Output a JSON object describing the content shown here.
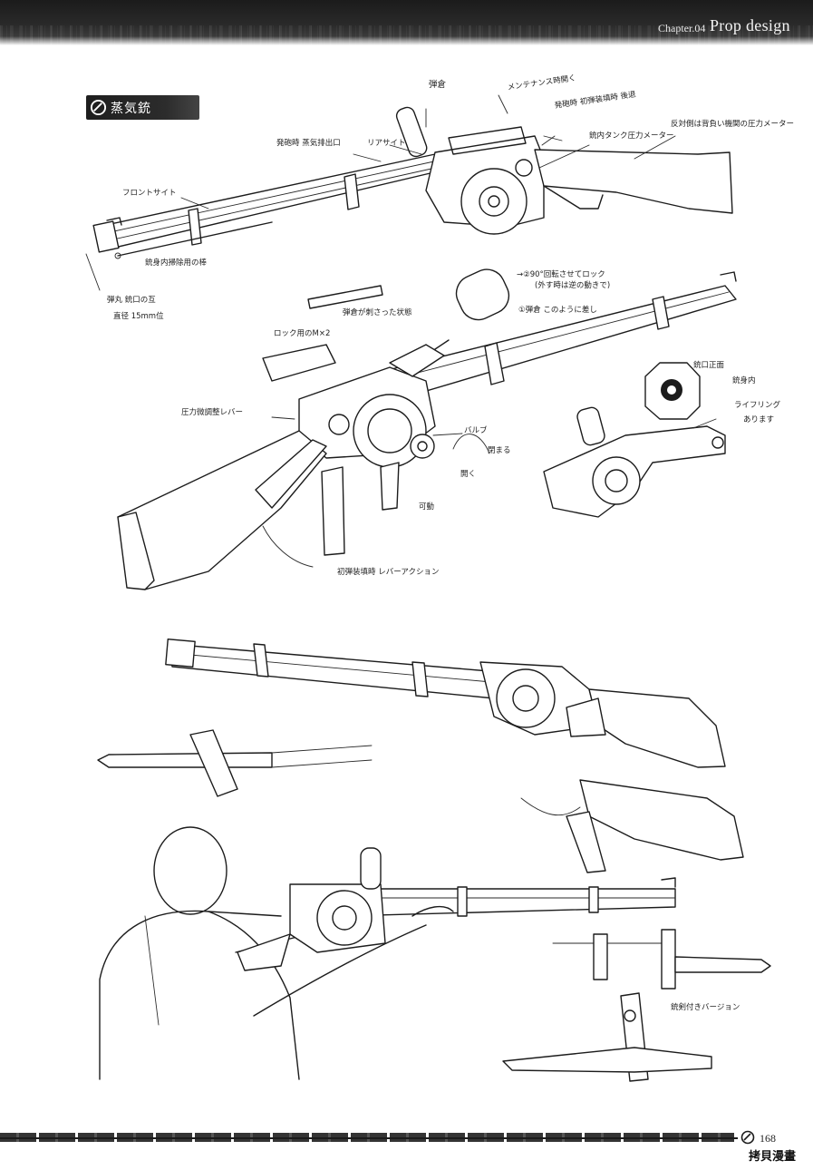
{
  "header": {
    "chapter_label": "Chapter.04",
    "chapter_title": "Prop design"
  },
  "section": {
    "title": "蒸気銃",
    "icon": "ring-emblem-icon"
  },
  "annotations": {
    "magazine": "弾倉",
    "maintenance_time": "メンテナンス時開く",
    "first_load_open": "発砲時 初弾装填時 後退",
    "steam_exhaust": "発砲時 蒸気排出口",
    "rear_sight": "リアサイト",
    "barrel_tank_meter": "銃内タンク圧力メーター",
    "backpack_meter": "反対側は背負い機関の圧力メーター",
    "front_sight": "フロントサイト",
    "cleaning_rod": "銃身内掃除用の棒",
    "caliber": "弾丸 銃口の互",
    "diameter": "直径 15mm位",
    "rotate_lock": "→②90°回転させてロック",
    "rotate_lock_sub": "(外す時は逆の動きで)",
    "magazine_insert": "①弾倉 このように差し",
    "magazine_stuck": "弾倉が刺さった状態",
    "lock_m2": "ロック用のM×2",
    "muzzle_front": "銃口正面",
    "barrel_inner": "銃身内",
    "rifling": "ライフリング",
    "rifling_exists": "あります",
    "pressure_lever": "圧力微調整レバー",
    "valve": "バルブ",
    "close": "閉まる",
    "open": "開く",
    "movable": "可動",
    "lever_action": "初弾装填時 レバーアクション",
    "bayonet_version": "銃剣付きバージョン"
  },
  "footer": {
    "page_number": "168",
    "watermark": "拷貝漫畫",
    "icon": "ring-emblem-icon"
  }
}
